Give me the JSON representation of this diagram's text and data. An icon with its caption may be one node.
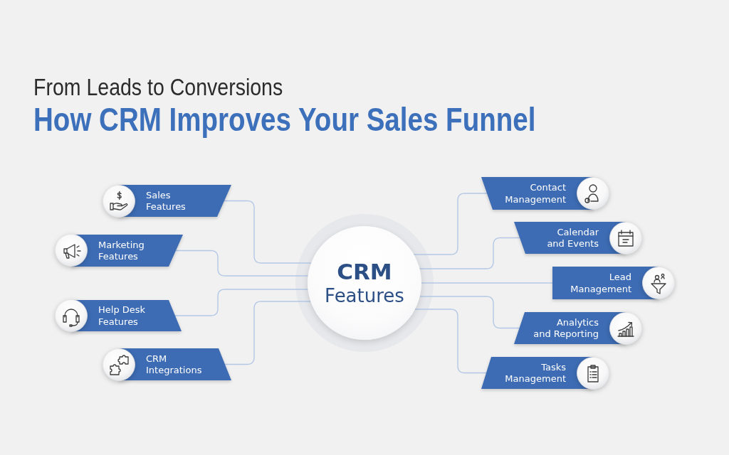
{
  "diagram": {
    "title": "How CRM Improves Your Sales Funnel",
    "nodes": [
      {
        "text": [
          "CRM",
          "Features"
        ]
      },
      {
        "text": [
          "Sales Features"
        ]
      },
      {
        "text": [
          "Marketing Features"
        ]
      },
      {
        "text": [
          "Help Desk Features"
        ]
      },
      {
        "text": [
          "CRM Integrations"
        ]
      },
      {
        "text": [
          "Contact Management"
        ]
      },
      {
        "text": [
          "Calendar and Events"
        ]
      },
      {
        "text": [
          "Lead Management"
        ]
      },
      {
        "text": [
          "Analytics and Reporting"
        ]
      },
      {
        "text": [
          "Tasks Management"
        ]
      }
    ],
    "edges": [
      {
        "from": 0,
        "to": 1,
        "arrow": "none"
      },
      {
        "from": 0,
        "to": 2,
        "arrow": "none"
      },
      {
        "from": 0,
        "to": 3,
        "arrow": "none"
      },
      {
        "from": 0,
        "to": 4,
        "arrow": "none"
      },
      {
        "from": 0,
        "to": 5,
        "arrow": "none"
      },
      {
        "from": 0,
        "to": 6,
        "arrow": "none"
      },
      {
        "from": 0,
        "to": 7,
        "arrow": "none"
      },
      {
        "from": 0,
        "to": 8,
        "arrow": "none"
      },
      {
        "from": 0,
        "to": 9,
        "arrow": "none"
      }
    ],
    "labels": [
      "From Leads to Conversions"
    ]
  }
}
